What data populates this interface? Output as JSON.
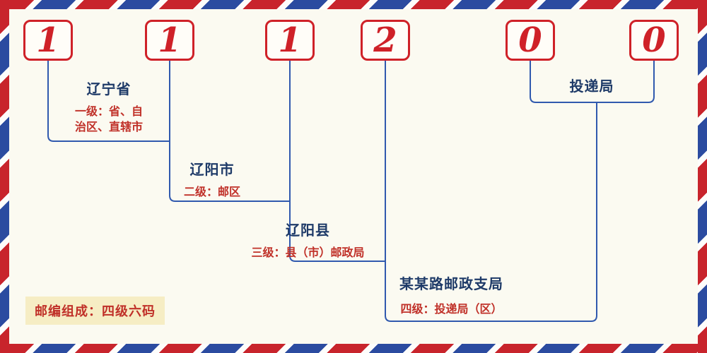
{
  "postal_code": {
    "digits": [
      "1",
      "1",
      "1",
      "2",
      "0",
      "0"
    ]
  },
  "levels": [
    {
      "title": "辽宁省",
      "desc": "一级：省、自治区、直辖市"
    },
    {
      "title": "辽阳市",
      "desc": "二级：邮区"
    },
    {
      "title": "辽阳县",
      "desc": "三级：县（市）邮政局"
    },
    {
      "title": "某某路邮政支局",
      "desc": "四级：投递局（区）"
    }
  ],
  "delivery_office_label": "投递局",
  "footer_note": "邮编组成：四级六码",
  "colors": {
    "digit_red": "#cf2128",
    "stripe_red": "#c8242c",
    "stripe_blue": "#2b4ba0",
    "line_blue": "#3059ae",
    "title_navy": "#1e3a68",
    "desc_red": "#c03028",
    "note_bg": "#f6edc4"
  }
}
